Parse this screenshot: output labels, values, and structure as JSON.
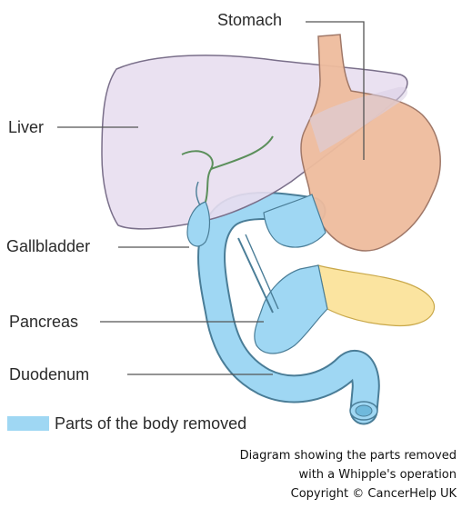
{
  "labels": {
    "stomach": "Stomach",
    "liver": "Liver",
    "gallbladder": "Gallbladder",
    "pancreas": "Pancreas",
    "duodenum": "Duodenum"
  },
  "legend": {
    "text": "Parts of the body removed",
    "color": "#9fd7f3"
  },
  "caption": {
    "line1": "Diagram showing the parts removed",
    "line2": "with a Whipple's operation",
    "line3": "Copyright © CancerHelp UK"
  },
  "colors": {
    "liver": "#e8def0",
    "stomach": "#eebc9d",
    "removed": "#9fd7f3",
    "pancreas_tail": "#fbe4a0",
    "outline": "#7a6f8a"
  }
}
